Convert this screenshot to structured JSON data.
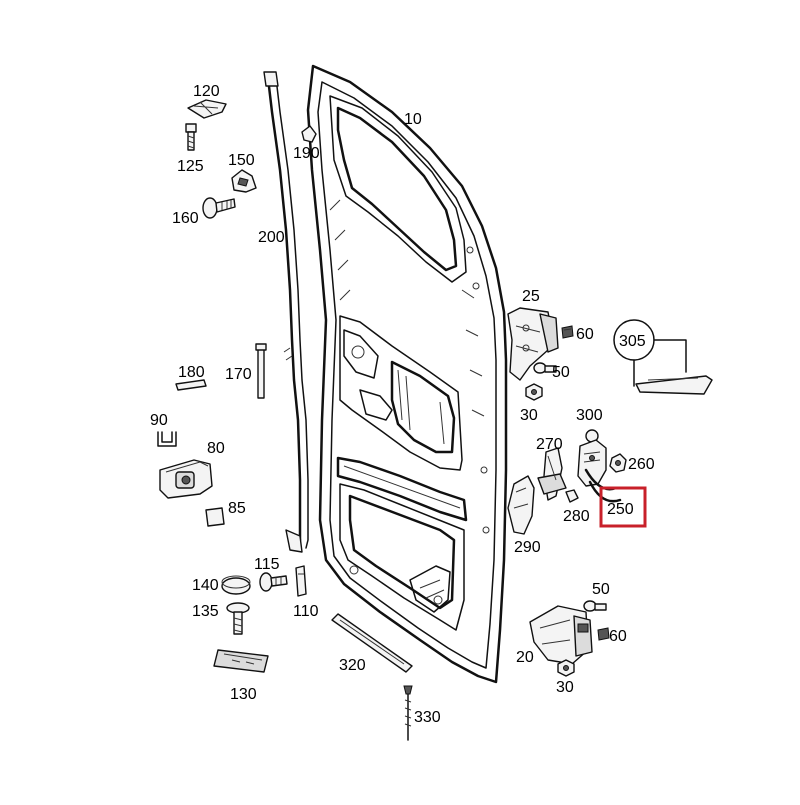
{
  "labels": [
    {
      "id": "120",
      "text": "120"
    },
    {
      "id": "125",
      "text": "125"
    },
    {
      "id": "150",
      "text": "150"
    },
    {
      "id": "160",
      "text": "160"
    },
    {
      "id": "190",
      "text": "190"
    },
    {
      "id": "10",
      "text": "10"
    },
    {
      "id": "200",
      "text": "200"
    },
    {
      "id": "25",
      "text": "25"
    },
    {
      "id": "60a",
      "text": "60"
    },
    {
      "id": "50a",
      "text": "50"
    },
    {
      "id": "305",
      "text": "305"
    },
    {
      "id": "180",
      "text": "180"
    },
    {
      "id": "170",
      "text": "170"
    },
    {
      "id": "30a",
      "text": "30"
    },
    {
      "id": "300",
      "text": "300"
    },
    {
      "id": "90",
      "text": "90"
    },
    {
      "id": "270",
      "text": "270"
    },
    {
      "id": "260",
      "text": "260"
    },
    {
      "id": "80",
      "text": "80"
    },
    {
      "id": "280",
      "text": "280"
    },
    {
      "id": "250",
      "text": "250"
    },
    {
      "id": "85",
      "text": "85"
    },
    {
      "id": "290",
      "text": "290"
    },
    {
      "id": "115",
      "text": "115"
    },
    {
      "id": "140",
      "text": "140"
    },
    {
      "id": "50b",
      "text": "50"
    },
    {
      "id": "110",
      "text": "110"
    },
    {
      "id": "135",
      "text": "135"
    },
    {
      "id": "60b",
      "text": "60"
    },
    {
      "id": "320",
      "text": "320"
    },
    {
      "id": "20",
      "text": "20"
    },
    {
      "id": "130",
      "text": "130"
    },
    {
      "id": "30b",
      "text": "30"
    },
    {
      "id": "330",
      "text": "330"
    }
  ],
  "highlight": {
    "part": "250",
    "color": "#c8202a"
  }
}
